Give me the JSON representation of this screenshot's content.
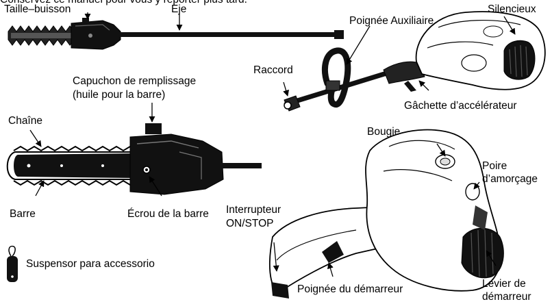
{
  "header_note": "Conservez ce manuel pour vous y reporter plus tard.",
  "labels": {
    "taille_buisson": "Taille–buisson",
    "eje": "Eje",
    "poignee_auxiliaire": "Poignée Auxiliaire",
    "silencieux": "Silencieux",
    "raccord": "Raccord",
    "gachette": "Gâchette d’accélérateur",
    "capuchon_line1": "Capuchon de remplissage",
    "capuchon_line2": "(huile pour la barre)",
    "chaine": "Chaîne",
    "bougie": "Bougie",
    "poire_line1": "Poire",
    "poire_line2": "d’amorçage",
    "barre": "Barre",
    "ecrou": "Écrou de la barre",
    "interrupteur_line1": "Interrupteur",
    "interrupteur_line2": "ON/STOP",
    "suspensor": "Suspensor para accessorio",
    "poignee_demarreur": "Poignée du démarreur",
    "levier_line1": "Levier de",
    "levier_line2": "démarreur"
  }
}
